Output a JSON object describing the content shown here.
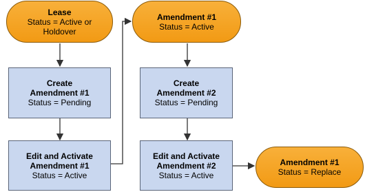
{
  "nodes": {
    "lease": {
      "title": "Lease",
      "lines": [
        "Status = Active or",
        "Holdover"
      ]
    },
    "create1": {
      "title_lines": [
        "Create",
        "Amendment #1"
      ],
      "status": "Status = Pending"
    },
    "edit1": {
      "title_lines": [
        "Edit and Activate",
        "Amendment #1"
      ],
      "status": "Status = Active"
    },
    "amend1_active": {
      "title": "Amendment #1",
      "status": "Status = Active"
    },
    "create2": {
      "title_lines": [
        "Create",
        "Amendment #2"
      ],
      "status": "Status = Pending"
    },
    "edit2": {
      "title_lines": [
        "Edit and Activate",
        "Amendment #2"
      ],
      "status": "Status = Active"
    },
    "amend1_replace": {
      "title": "Amendment #1",
      "status": "Status = Replace"
    }
  },
  "colors": {
    "oval": "#f5a623",
    "rect": "#c9d7ef",
    "connector": "#333333"
  }
}
